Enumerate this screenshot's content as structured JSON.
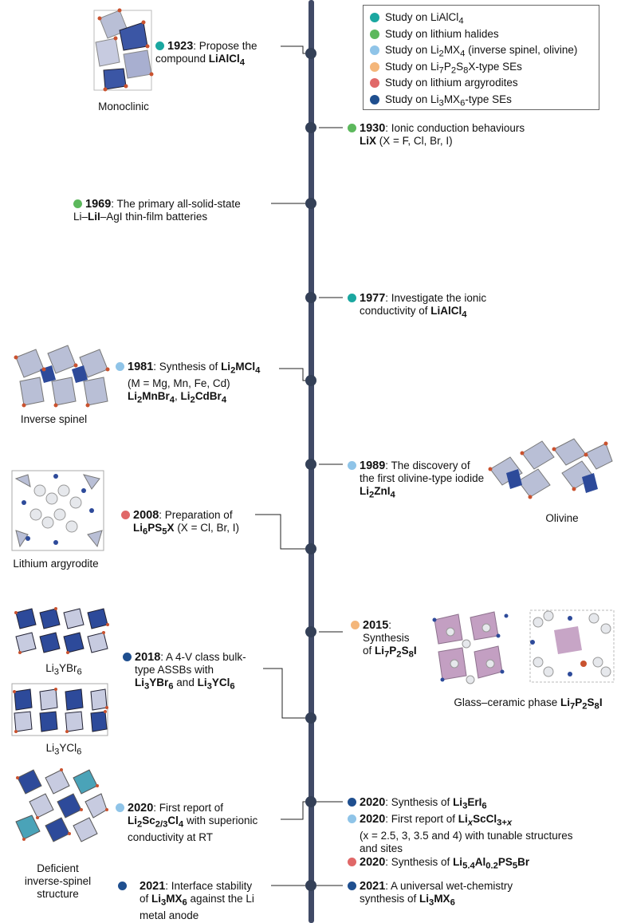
{
  "colors": {
    "LiAlCl4": "#1aa7a0",
    "halides": "#5cb85c",
    "Li2MX4": "#8fc4e8",
    "Li7P2S8X": "#f4b67a",
    "argyrodite": "#e06868",
    "Li3MX6": "#1f4f8f"
  },
  "legend": {
    "items": [
      {
        "color": "LiAlCl4",
        "label": "Study on LiAlCl",
        "sub": "4",
        "tail": ""
      },
      {
        "color": "halides",
        "label": "Study on lithium halides",
        "sub": "",
        "tail": ""
      },
      {
        "color": "Li2MX4",
        "label": "Study on Li",
        "sub": "2",
        "tail": "MX",
        "sub2": "4",
        "tail2": " (inverse spinel, olivine)"
      },
      {
        "color": "Li7P2S8X",
        "label": "Study on Li",
        "sub": "7",
        "tail": "P",
        "sub2": "2",
        "tail2": "S",
        "sub3": "8",
        "tail3": "X-type SEs"
      },
      {
        "color": "argyrodite",
        "label": "Study on lithium argyrodites",
        "sub": "",
        "tail": ""
      },
      {
        "color": "Li3MX6",
        "label": "Study on Li",
        "sub": "3",
        "tail": "MX",
        "sub2": "6",
        "tail2": "-type SEs"
      }
    ]
  },
  "captions": {
    "monoclinic": "Monoclinic",
    "inverse_spinel": "Inverse spinel",
    "olivine": "Olivine",
    "argyrodite": "Lithium argyrodite",
    "li3ybr6_a": "Li",
    "li3ybr6_b": "YBr",
    "li3ycl6_a": "Li",
    "li3ycl6_b": "YCl",
    "glass_a": "Glass–ceramic phase ",
    "deficient_1": "Deficient",
    "deficient_2": "inverse-spinel",
    "deficient_3": "structure"
  },
  "events": {
    "e1923": {
      "year": "1923",
      "text": ": Propose the",
      "line2": "compound "
    },
    "e1930": {
      "year": "1930",
      "text": ": Ionic conduction behaviours",
      "line2b": "LiX",
      "line2": " (X = F, Cl, Br, I)"
    },
    "e1969": {
      "year": "1969",
      "text": ": The primary all-solid-state",
      "line2a": "Li–",
      "line2b": "LiI",
      "line2": "–AgI thin-film batteries"
    },
    "e1977": {
      "year": "1977",
      "text": ": Investigate the ionic",
      "line2": "conductivity of "
    },
    "e1981": {
      "year": "1981",
      "text": ": Synthesis of ",
      "line2": "(M = Mg, Mn, Fe, Cd)"
    },
    "e1989": {
      "year": "1989",
      "text": ": The discovery of",
      "line2": "the first olivine-type iodide"
    },
    "e2008": {
      "year": "2008",
      "text": ": Preparation of",
      "line2": " (X = Cl, Br, I)"
    },
    "e2015": {
      "year": "2015",
      "text": ":",
      "line2": "Synthesis",
      "line3": "of "
    },
    "e2018": {
      "year": "2018",
      "text": ": A 4-V class bulk-",
      "line2": "type ASSBs with",
      "and": " and "
    },
    "e2020a": {
      "year": "2020",
      "text": ": First report of",
      "line2b": " with superionic",
      "line3": "conductivity at RT"
    },
    "e2020b": {
      "year": "2020",
      "text": ": Synthesis of "
    },
    "e2020c": {
      "year": "2020",
      "text": ": First report of ",
      "line2": "(x = 2.5, 3, 3.5 and 4) with tunable structures",
      "line3": "and sites"
    },
    "e2020d": {
      "year": "2020",
      "text": ": Synthesis of "
    },
    "e2021a": {
      "year": "2021",
      "text": ": Interface stability",
      "line2a": "of ",
      "line2": " against the Li",
      "line3": "metal anode"
    },
    "e2021b": {
      "year": "2021",
      "text": ": A universal wet-chemistry",
      "line2": "synthesis of "
    }
  }
}
